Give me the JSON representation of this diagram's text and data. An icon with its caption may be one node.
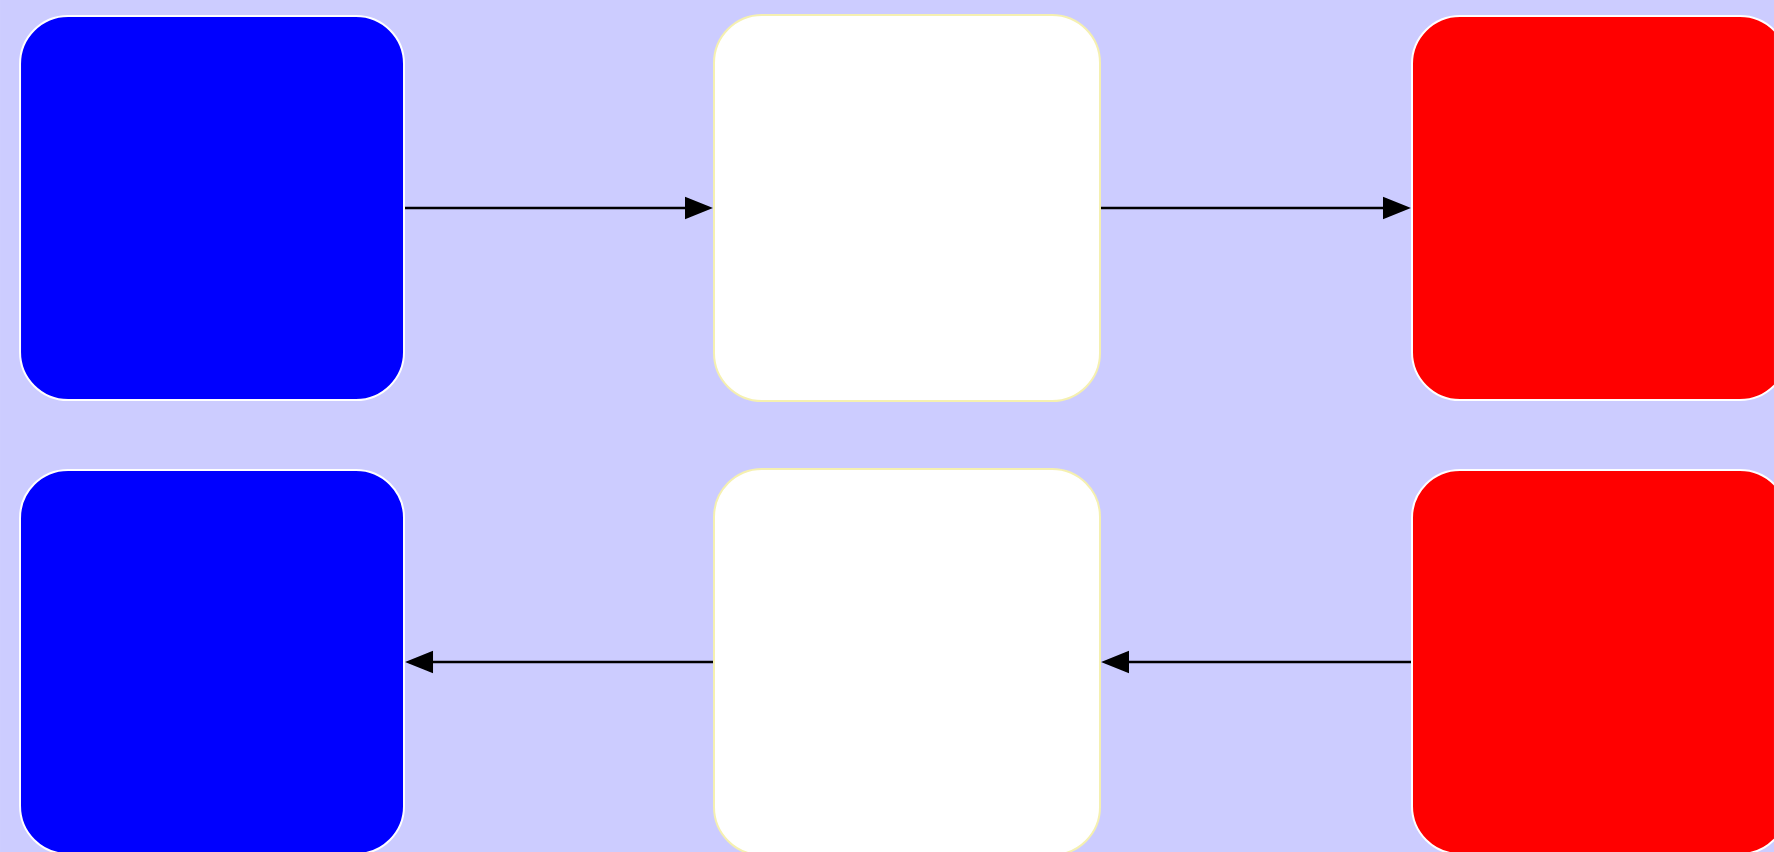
{
  "diagram": {
    "nodes": [
      {
        "text": [],
        "shape": "box"
      },
      {
        "text": [],
        "shape": "box"
      },
      {
        "text": [],
        "shape": "box"
      },
      {
        "text": [],
        "shape": "box"
      },
      {
        "text": [],
        "shape": "box"
      },
      {
        "text": [],
        "shape": "box"
      }
    ],
    "edges": [
      {
        "from": 0,
        "to": 1,
        "arrow": "to"
      },
      {
        "from": 1,
        "to": 2,
        "arrow": "to"
      },
      {
        "from": 5,
        "to": 4,
        "arrow": "to"
      },
      {
        "from": 4,
        "to": 3,
        "arrow": "to"
      }
    ]
  }
}
